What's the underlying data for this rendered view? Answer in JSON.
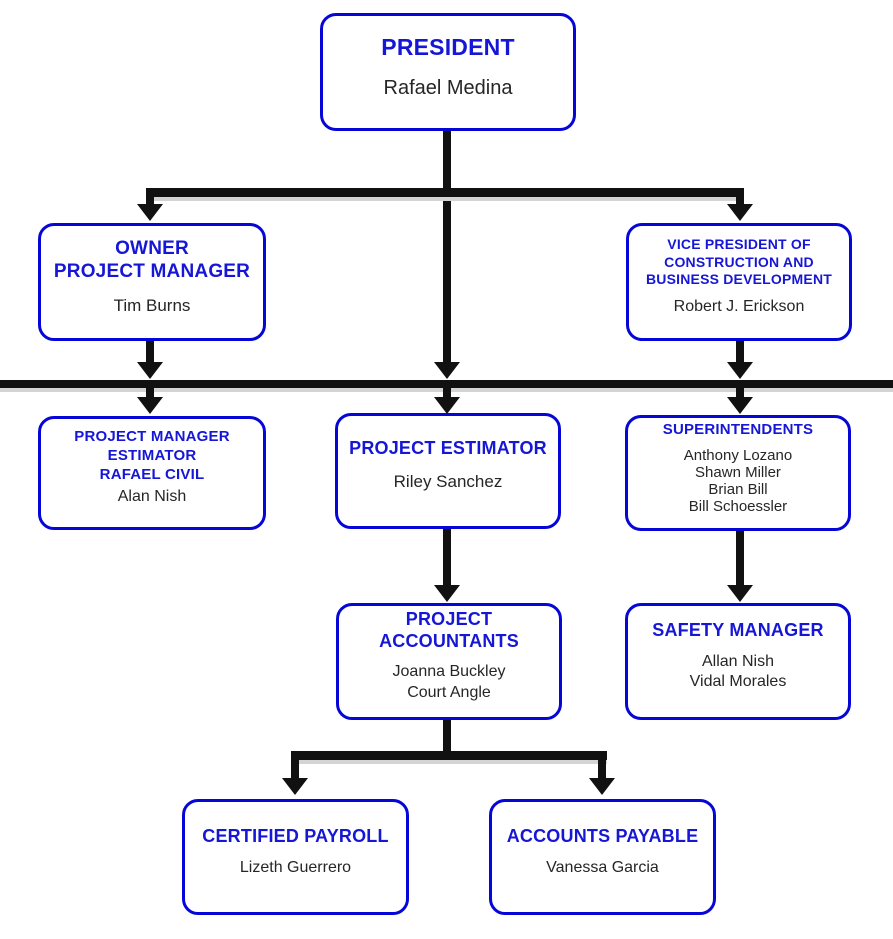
{
  "org": {
    "colors": {
      "box_border_blue": "#0606d6",
      "title_blue": "#1616d6",
      "name_gray": "#262626",
      "line_black": "#111111",
      "line_shadow_gray": "#d4d4d4",
      "background": "#ffffff"
    },
    "nodes": {
      "president": {
        "title": "PRESIDENT",
        "names": "Rafael Medina"
      },
      "owner": {
        "title": "OWNER\nPROJECT MANAGER",
        "names": "Tim Burns"
      },
      "vp": {
        "title": "VICE PRESIDENT OF\nCONSTRUCTION AND\nBUSINESS DEVELOPMENT",
        "names": "Robert J. Erickson"
      },
      "pm_estimator": {
        "title": "PROJECT MANAGER\nESTIMATOR\nRAFAEL CIVIL",
        "names": "Alan Nish"
      },
      "project_estimator": {
        "title": "PROJECT ESTIMATOR",
        "names": "Riley Sanchez"
      },
      "superintendents": {
        "title": "SUPERINTENDENTS",
        "names": "Anthony Lozano\nShawn Miller\nBrian Bill\nBill Schoessler"
      },
      "project_accountants": {
        "title": "PROJECT\nACCOUNTANTS",
        "names": "Joanna Buckley\nCourt Angle"
      },
      "safety_manager": {
        "title": "SAFETY MANAGER",
        "names": "Allan Nish\nVidal Morales"
      },
      "certified_payroll": {
        "title": "CERTIFIED PAYROLL",
        "names": "Lizeth Guerrero"
      },
      "accounts_payable": {
        "title": "ACCOUNTS PAYABLE",
        "names": "Vanessa Garcia"
      }
    },
    "edges": [
      {
        "from": "president",
        "to": "owner"
      },
      {
        "from": "president",
        "to": "vp"
      },
      {
        "from": "president",
        "to": "project_estimator"
      },
      {
        "from": "owner",
        "to": "pm_estimator"
      },
      {
        "from": "vp",
        "to": "superintendents"
      },
      {
        "from": "project_estimator",
        "to": "project_accountants"
      },
      {
        "from": "superintendents",
        "to": "safety_manager"
      },
      {
        "from": "project_accountants",
        "to": "certified_payroll"
      },
      {
        "from": "project_accountants",
        "to": "accounts_payable"
      }
    ]
  }
}
